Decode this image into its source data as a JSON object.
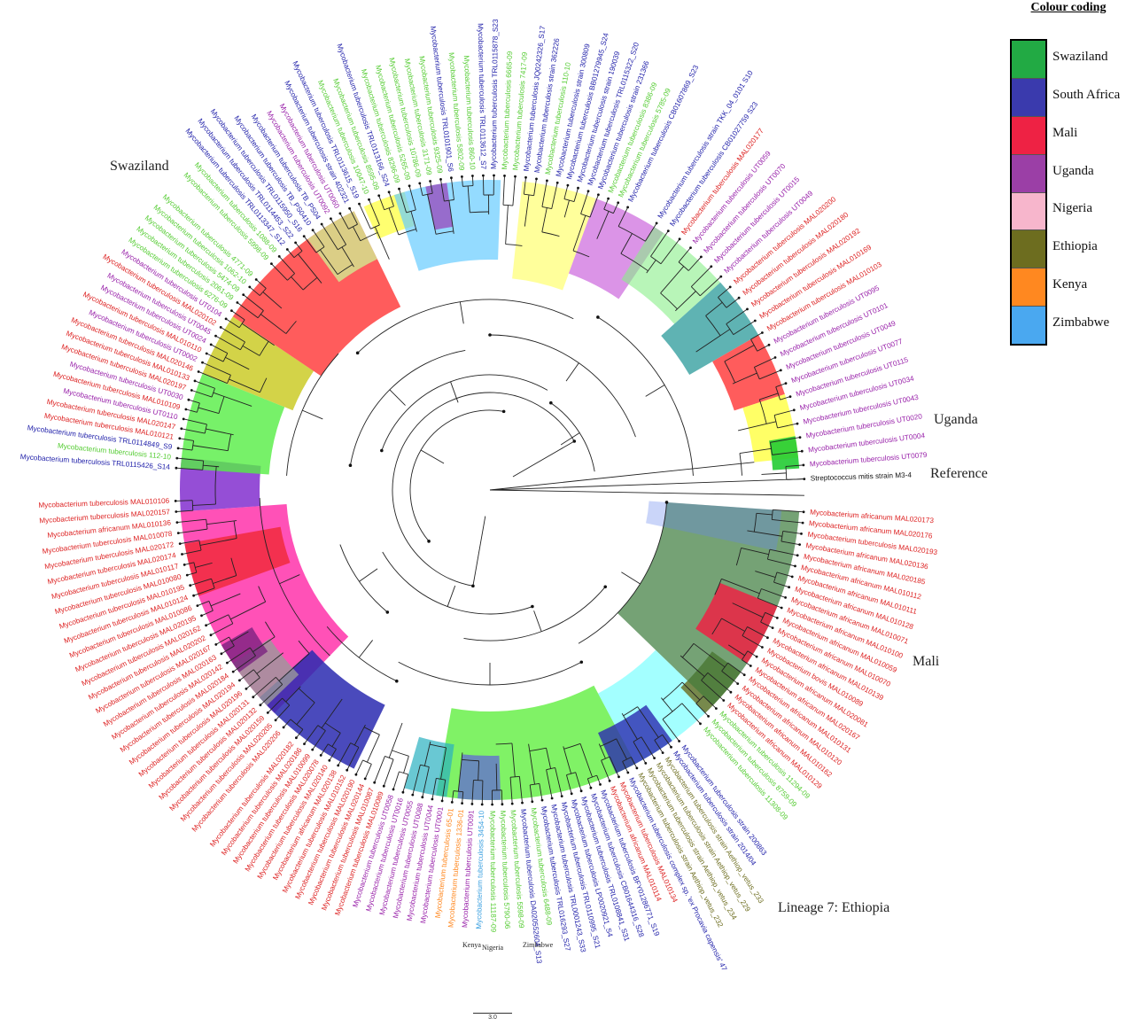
{
  "legend": {
    "title": "Colour coding",
    "items": [
      {
        "label": "Swaziland",
        "color": "#22aa44"
      },
      {
        "label": "South Africa",
        "color": "#3a3aad"
      },
      {
        "label": "Mali",
        "color": "#ee2244"
      },
      {
        "label": "Uganda",
        "color": "#9b3fa6"
      },
      {
        "label": "Nigeria",
        "color": "#f7b6cc"
      },
      {
        "label": "Ethiopia",
        "color": "#6d6d1f"
      },
      {
        "label": "Kenya",
        "color": "#ff8820"
      },
      {
        "label": "Zimbabwe",
        "color": "#4aa8f0"
      }
    ]
  },
  "region_labels": {
    "swaziland": "Swaziland",
    "uganda": "Uganda",
    "reference": "Reference",
    "mali": "Mali",
    "lineage7": "Lineage 7: Ethiopia",
    "kenya": "Kenya",
    "nigeria": "Nigeria",
    "zimbabwe": "Zimbabwe"
  },
  "scale_bar": "3.0",
  "leaves_right_upper": [
    {
      "text": "Mycobacterium tuberculosis strain TKK_04_0101 S10",
      "color": "#2222aa"
    },
    {
      "text": "Mycobacterium tuberculosis CB01027759 S23",
      "color": "#2222aa"
    },
    {
      "text": "Mycobacterium tuberculosis MAL020177",
      "color": "#dd2222"
    },
    {
      "text": "Mycobacterium tuberculosis UT0059",
      "color": "#9922aa"
    },
    {
      "text": "Mycobacterium tuberculosis UT0070",
      "color": "#9922aa"
    },
    {
      "text": "Mycobacterium tuberculosis UT0015",
      "color": "#9922aa"
    },
    {
      "text": "Mycobacterium tuberculosis UT0049",
      "color": "#9922aa"
    },
    {
      "text": "Mycobacterium tuberculosis MAL020200",
      "color": "#dd2222"
    },
    {
      "text": "Mycobacterium tuberculosis MAL020180",
      "color": "#dd2222"
    },
    {
      "text": "Mycobacterium tuberculosis MAL020192",
      "color": "#dd2222"
    },
    {
      "text": "Mycobacterium tuberculosis MAL010169",
      "color": "#dd2222"
    },
    {
      "text": "Mycobacterium tuberculosis MAL010103",
      "color": "#dd2222"
    },
    {
      "text": "Mycobacterium tuberculosis UT0095",
      "color": "#9922aa"
    },
    {
      "text": "Mycobacterium tuberculosis UT0101",
      "color": "#9922aa"
    },
    {
      "text": "Mycobacterium tuberculosis UT0049",
      "color": "#9922aa"
    },
    {
      "text": "Mycobacterium tuberculosis UT0077",
      "color": "#9922aa"
    },
    {
      "text": "Mycobacterium tuberculosis UT0115",
      "color": "#9922aa"
    },
    {
      "text": "Mycobacterium tuberculosis UT0034",
      "color": "#9922aa"
    },
    {
      "text": "Mycobacterium tuberculosis UT0043",
      "color": "#9922aa"
    },
    {
      "text": "Mycobacterium tuberculosis UT0020",
      "color": "#9922aa"
    },
    {
      "text": "Mycobacterium tuberculosis UT0004",
      "color": "#9922aa"
    },
    {
      "text": "Mycobacterium tuberculosis UT0079",
      "color": "#9922aa"
    },
    {
      "text": "Streptococcus mitis strain M3-4",
      "color": "#111111"
    }
  ],
  "leaves_right_lower": [
    {
      "text": "Mycobacterium africanum MAL020173",
      "color": "#dd2222"
    },
    {
      "text": "Mycobacterium africanum MAL020176",
      "color": "#dd2222"
    },
    {
      "text": "Mycobacterium tuberculosis MAL020193",
      "color": "#dd2222"
    },
    {
      "text": "Mycobacterium africanum MAL020136",
      "color": "#dd2222"
    },
    {
      "text": "Mycobacterium africanum MAL020185",
      "color": "#dd2222"
    },
    {
      "text": "Mycobacterium africanum MAL010112",
      "color": "#dd2222"
    },
    {
      "text": "Mycobacterium africanum MAL010111",
      "color": "#dd2222"
    },
    {
      "text": "Mycobacterium africanum MAL010128",
      "color": "#dd2222"
    },
    {
      "text": "Mycobacterium africanum MAL010071",
      "color": "#dd2222"
    },
    {
      "text": "Mycobacterium africanum MAL010100",
      "color": "#dd2222"
    },
    {
      "text": "Mycobacterium africanum MAL010059",
      "color": "#dd2222"
    },
    {
      "text": "Mycobacterium africanum MAL010070",
      "color": "#dd2222"
    },
    {
      "text": "Mycobacterium africanum MAL010139",
      "color": "#dd2222"
    },
    {
      "text": "Mycobacterium bovis MAL010089",
      "color": "#dd2222"
    },
    {
      "text": "Mycobacterium africanum MAL020081",
      "color": "#dd2222"
    },
    {
      "text": "Mycobacterium africanum MAL020167",
      "color": "#dd2222"
    },
    {
      "text": "Mycobacterium africanum MAL010131",
      "color": "#dd2222"
    },
    {
      "text": "Mycobacterium africanum MAL010120",
      "color": "#dd2222"
    },
    {
      "text": "Mycobacterium africanum MAL010162",
      "color": "#dd2222"
    },
    {
      "text": "Mycobacterium africanum MAL010129",
      "color": "#dd2222"
    },
    {
      "text": "Mycobacterium tuberculosis 11294-09",
      "color": "#55cc33"
    },
    {
      "text": "Mycobacterium tuberculosis 8759-09",
      "color": "#55cc33"
    },
    {
      "text": "Mycobacterium tuberculosis 11308-09",
      "color": "#55cc33"
    }
  ],
  "leaves_bottom": [
    {
      "text": "Mycobacterium tuberculosis strain 200863",
      "color": "#2222aa"
    },
    {
      "text": "Mycobacterium tuberculosis strain 2014/04",
      "color": "#2222aa"
    },
    {
      "text": "Mycobacterium tuberculosis strain Aethiop_vetus_233",
      "color": "#6d6d1f"
    },
    {
      "text": "Mycobacterium tuberculosis strain Aethiop_vetus_229",
      "color": "#6d6d1f"
    },
    {
      "text": "Mycobacterium tuberculosis strain Aethiop_vetus_234",
      "color": "#6d6d1f"
    },
    {
      "text": "Mycobacterium tuberculosis strain Aethiop_vetus_232",
      "color": "#6d6d1f"
    },
    {
      "text": "Mycobacterium tuberculosis complex sp. 'ex Procavia capensis' 47",
      "color": "#2222aa"
    },
    {
      "text": "Mycobacterium tuberculosis MAL010134",
      "color": "#dd2222"
    },
    {
      "text": "Mycobacterium africanum MAL010114",
      "color": "#dd2222"
    },
    {
      "text": "Mycobacterium tuberculosis BFY01286771_S19",
      "color": "#2222aa"
    },
    {
      "text": "Mycobacterium tuberculosis CB01644316_S28",
      "color": "#2222aa"
    },
    {
      "text": "Mycobacterium tuberculosis TRL0108841_S31",
      "color": "#2222aa"
    },
    {
      "text": "Mycobacterium tuberculosis LP0020921_S4",
      "color": "#2222aa"
    },
    {
      "text": "Mycobacterium tuberculosis TRL0110995_S21",
      "color": "#2222aa"
    },
    {
      "text": "Mycobacterium tuberculosis TRL0001243_S33",
      "color": "#2222aa"
    },
    {
      "text": "Mycobacterium tuberculosis TRL016293_S27",
      "color": "#2222aa"
    },
    {
      "text": "Mycobacterium tuberculosis 6488-09",
      "color": "#55cc33"
    },
    {
      "text": "Mycobacterium tuberculosis DA020552604_S13",
      "color": "#2222aa"
    },
    {
      "text": "Mycobacterium tuberculosis 5598-09",
      "color": "#55cc33"
    },
    {
      "text": "Mycobacterium tuberculosis 5790-06",
      "color": "#55cc33"
    },
    {
      "text": "Mycobacterium tuberculosis 11187-09",
      "color": "#55cc33"
    },
    {
      "text": "Mycobacterium tuberculosis 3454-10",
      "color": "#3aa0e0"
    },
    {
      "text": "Mycobacterium tuberculosis UT0091",
      "color": "#9922aa"
    },
    {
      "text": "Mycobacterium tuberculosis 1336-01",
      "color": "#ff8820"
    },
    {
      "text": "Mycobacterium tuberculosis 65-01",
      "color": "#ff8820"
    },
    {
      "text": "Mycobacterium tuberculosis UT0001",
      "color": "#9922aa"
    },
    {
      "text": "Mycobacterium tuberculosis UT0044",
      "color": "#9922aa"
    },
    {
      "text": "Mycobacterium tuberculosis UT0088",
      "color": "#9922aa"
    },
    {
      "text": "Mycobacterium tuberculosis UT0055",
      "color": "#9922aa"
    },
    {
      "text": "Mycobacterium tuberculosis UT0016",
      "color": "#9922aa"
    },
    {
      "text": "Mycobacterium tuberculosis UT0058",
      "color": "#9922aa"
    },
    {
      "text": "Mycobacterium tuberculosis MAL010089",
      "color": "#dd2222"
    },
    {
      "text": "Mycobacterium tuberculosis MAL010087",
      "color": "#dd2222"
    },
    {
      "text": "Mycobacterium tuberculosis MAL020144",
      "color": "#dd2222"
    },
    {
      "text": "Mycobacterium tuberculosis MAL020190",
      "color": "#dd2222"
    },
    {
      "text": "Mycobacterium tuberculosis MAL010152",
      "color": "#dd2222"
    },
    {
      "text": "Mycobacterium africanum MAL020138",
      "color": "#dd2222"
    },
    {
      "text": "Mycobacterium tuberculosis MAL020140",
      "color": "#dd2222"
    },
    {
      "text": "Mycobacterium tuberculosis MAL020078",
      "color": "#dd2222"
    },
    {
      "text": "Mycobacterium tuberculosis MAL010099",
      "color": "#dd2222"
    },
    {
      "text": "Mycobacterium tuberculosis MAL020186",
      "color": "#dd2222"
    },
    {
      "text": "Mycobacterium tuberculosis MAL020182",
      "color": "#dd2222"
    }
  ],
  "leaves_left_lower": [
    {
      "text": "Mycobacterium tuberculosis MAL020206",
      "color": "#dd2222"
    },
    {
      "text": "Mycobacterium tuberculosis MAL020205",
      "color": "#dd2222"
    },
    {
      "text": "Mycobacterium tuberculosis MAL020159",
      "color": "#dd2222"
    },
    {
      "text": "Mycobacterium tuberculosis MAL020132",
      "color": "#dd2222"
    },
    {
      "text": "Mycobacterium tuberculosis MAL020131",
      "color": "#dd2222"
    },
    {
      "text": "Mycobacterium tuberculosis MAL020196",
      "color": "#dd2222"
    },
    {
      "text": "Mycobacterium tuberculosis MAL020194",
      "color": "#dd2222"
    },
    {
      "text": "Mycobacterium tuberculosis MAL020184",
      "color": "#dd2222"
    },
    {
      "text": "Mycobacterium tuberculosis MAL020142",
      "color": "#dd2222"
    },
    {
      "text": "Mycobacterium tuberculosis MAL020163",
      "color": "#dd2222"
    },
    {
      "text": "Mycobacterium tuberculosis MAL020167",
      "color": "#dd2222"
    },
    {
      "text": "Mycobacterium tuberculosis MAL020202",
      "color": "#dd2222"
    },
    {
      "text": "Mycobacterium tuberculosis MAL020162",
      "color": "#dd2222"
    },
    {
      "text": "Mycobacterium tuberculosis MAL020195",
      "color": "#dd2222"
    },
    {
      "text": "Mycobacterium tuberculosis MAL010086",
      "color": "#dd2222"
    },
    {
      "text": "Mycobacterium tuberculosis MAL010124",
      "color": "#dd2222"
    },
    {
      "text": "Mycobacterium tuberculosis MAL010195",
      "color": "#dd2222"
    },
    {
      "text": "Mycobacterium tuberculosis MAL010080",
      "color": "#dd2222"
    },
    {
      "text": "Mycobacterium tuberculosis MAL010117",
      "color": "#dd2222"
    },
    {
      "text": "Mycobacterium tuberculosis MAL020174",
      "color": "#dd2222"
    },
    {
      "text": "Mycobacterium tuberculosis MAL020172",
      "color": "#dd2222"
    },
    {
      "text": "Mycobacterium tuberculosis MAL010078",
      "color": "#dd2222"
    },
    {
      "text": "Mycobacterium africanum MAL010136",
      "color": "#dd2222"
    },
    {
      "text": "Mycobacterium tuberculosis MAL020157",
      "color": "#dd2222"
    },
    {
      "text": "Mycobacterium tuberculosis MAL010106",
      "color": "#dd2222"
    }
  ],
  "leaves_left_upper": [
    {
      "text": "Mycobacterium tuberculosis TRL0115426_S14",
      "color": "#2222aa"
    },
    {
      "text": "Mycobacterium tuberculosis 112-10",
      "color": "#55cc33"
    },
    {
      "text": "Mycobacterium tuberculosis TRL0114849_S9",
      "color": "#2222aa"
    },
    {
      "text": "Mycobacterium tuberculosis MAL010121",
      "color": "#dd2222"
    },
    {
      "text": "Mycobacterium tuberculosis MAL020147",
      "color": "#dd2222"
    },
    {
      "text": "Mycobacterium tuberculosis UT0110",
      "color": "#9922aa"
    },
    {
      "text": "Mycobacterium tuberculosis MAL010109",
      "color": "#dd2222"
    },
    {
      "text": "Mycobacterium tuberculosis UT0030",
      "color": "#9922aa"
    },
    {
      "text": "Mycobacterium tuberculosis MAL020197",
      "color": "#dd2222"
    },
    {
      "text": "Mycobacterium tuberculosis MAL010133",
      "color": "#dd2222"
    },
    {
      "text": "Mycobacterium tuberculosis MAL020146",
      "color": "#dd2222"
    },
    {
      "text": "Mycobacterium tuberculosis UT0002",
      "color": "#9922aa"
    },
    {
      "text": "Mycobacterium tuberculosis MAL010110",
      "color": "#dd2222"
    },
    {
      "text": "Mycobacterium tuberculosis UT0024",
      "color": "#9922aa"
    },
    {
      "text": "Mycobacterium tuberculosis UT0045",
      "color": "#9922aa"
    },
    {
      "text": "Mycobacterium tuberculosis MAL020102",
      "color": "#dd2222"
    },
    {
      "text": "Mycobacterium tuberculosis UT0104",
      "color": "#9922aa"
    },
    {
      "text": "Mycobacterium tuberculosis 6276-09",
      "color": "#55cc33"
    },
    {
      "text": "Mycobacterium tuberculosis 2061-09",
      "color": "#55cc33"
    },
    {
      "text": "Mycobacterium tuberculosis 5474-09",
      "color": "#55cc33"
    },
    {
      "text": "Mycobacterium tuberculosis 1062-10",
      "color": "#55cc33"
    },
    {
      "text": "Mycobacterium tuberculosis 4771-09",
      "color": "#55cc33"
    }
  ],
  "leaves_top": [
    {
      "text": "Mycobacterium tuberculosis 5998-09",
      "color": "#55cc33"
    },
    {
      "text": "Mycobacterium tuberculosis 1088-09",
      "color": "#55cc33"
    },
    {
      "text": "Mycobacterium tuberculosis TRL0113347_S12",
      "color": "#2222aa"
    },
    {
      "text": "Mycobacterium tuberculosis TRL0114453_S22",
      "color": "#2222aa"
    },
    {
      "text": "Mycobacterium tuberculosis TRL0115950_S16",
      "color": "#2222aa"
    },
    {
      "text": "Mycobacterium tuberculosis TB_PS0410",
      "color": "#2222aa"
    },
    {
      "text": "Mycobacterium tuberculosis TB_PS04",
      "color": "#2222aa"
    },
    {
      "text": "Mycobacterium tuberculosis UT0092",
      "color": "#9922aa"
    },
    {
      "text": "Mycobacterium tuberculosis UT0060",
      "color": "#9922aa"
    },
    {
      "text": "Mycobacterium tuberculosis strain 402321",
      "color": "#2222aa"
    },
    {
      "text": "Mycobacterium tuberculosis TRL0113615_S19",
      "color": "#2222aa"
    },
    {
      "text": "Mycobacterium tuberculosis 10047-10",
      "color": "#55cc33"
    },
    {
      "text": "Mycobacterium tuberculosis 8595-09",
      "color": "#55cc33"
    },
    {
      "text": "Mycobacterium tuberculosis TRL0113166_S24",
      "color": "#2222aa"
    },
    {
      "text": "Mycobacterium tuberculosis 8296-09",
      "color": "#55cc33"
    },
    {
      "text": "Mycobacterium tuberculosis 5265-09",
      "color": "#55cc33"
    },
    {
      "text": "Mycobacterium tuberculosis 10786-09",
      "color": "#55cc33"
    },
    {
      "text": "Mycobacterium tuberculosis 3171-09",
      "color": "#55cc33"
    },
    {
      "text": "Mycobacterium tuberculosis 9325-09",
      "color": "#55cc33"
    },
    {
      "text": "Mycobacterium tuberculosis TRL0101901_S6",
      "color": "#2222aa"
    },
    {
      "text": "Mycobacterium tuberculosis 5802-09",
      "color": "#55cc33"
    },
    {
      "text": "Mycobacterium tuberculosis 860-10",
      "color": "#55cc33"
    },
    {
      "text": "Mycobacterium tuberculosis TRL0113612_S7",
      "color": "#2222aa"
    },
    {
      "text": "Mycobacterium tuberculosis TRL0115878_S23",
      "color": "#2222aa"
    },
    {
      "text": "Mycobacterium tuberculosis 6665-09",
      "color": "#55cc33"
    },
    {
      "text": "Mycobacterium tuberculosis 7417-09",
      "color": "#55cc33"
    },
    {
      "text": "Mycobacterium tuberculosis JQ0242326_S17",
      "color": "#2222aa"
    },
    {
      "text": "Mycobacterium tuberculosis strain 362226",
      "color": "#2222aa"
    },
    {
      "text": "Mycobacterium tuberculosis 110-10",
      "color": "#55cc33"
    },
    {
      "text": "Mycobacterium tuberculosis strain 300809",
      "color": "#2222aa"
    },
    {
      "text": "Mycobacterium tuberculosis BB01279945_S24",
      "color": "#2222aa"
    },
    {
      "text": "Mycobacterium tuberculosis strain 190039",
      "color": "#2222aa"
    },
    {
      "text": "Mycobacterium tuberculosis TRL0115322_S20",
      "color": "#2222aa"
    },
    {
      "text": "Mycobacterium tuberculosis strain 231366",
      "color": "#2222aa"
    },
    {
      "text": "Mycobacterium tuberculosis 8386-09",
      "color": "#55cc33"
    },
    {
      "text": "Mycobacterium tuberculosis 5785-09",
      "color": "#55cc33"
    },
    {
      "text": "Mycobacterium tuberculosis CB01607869_S23",
      "color": "#2222aa"
    }
  ]
}
